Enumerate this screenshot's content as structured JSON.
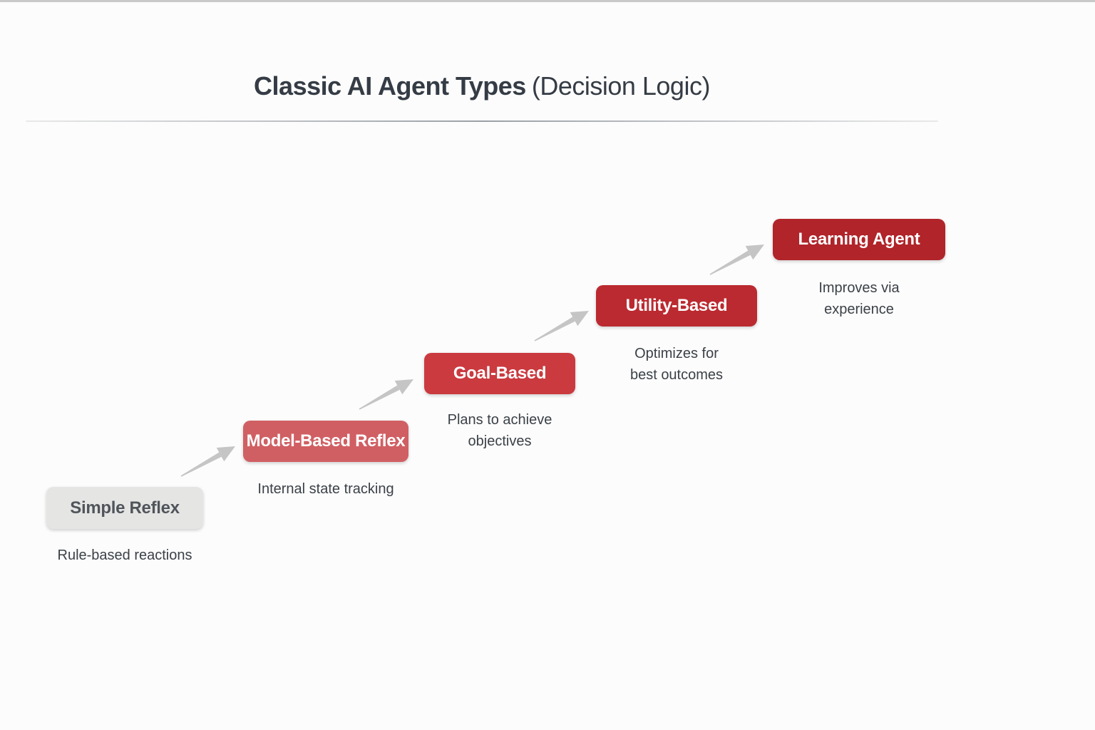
{
  "title": {
    "main": "Classic AI Agent Types",
    "sub": "(Decision Logic)"
  },
  "colors": {
    "background": "#fcfcfc",
    "top_border": "#c9c9c9",
    "title_text": "#353c45",
    "caption_text": "#3b4147",
    "arrow": "#c5c5c5"
  },
  "steps": [
    {
      "label": "Simple Reflex",
      "caption_lines": [
        "Rule-based reactions"
      ],
      "bg": "#e5e5e4",
      "text_color": "#50555b"
    },
    {
      "label": "Model-Based Reflex",
      "caption_lines": [
        "Internal state tracking"
      ],
      "bg": "#d05f63",
      "text_color": "#ffffff"
    },
    {
      "label": "Goal-Based",
      "caption_lines": [
        "Plans to achieve",
        "objectives"
      ],
      "bg": "#ca3a3f",
      "text_color": "#ffffff"
    },
    {
      "label": "Utility-Based",
      "caption_lines": [
        "Optimizes for",
        "best outcomes"
      ],
      "bg": "#bb2a30",
      "text_color": "#ffffff"
    },
    {
      "label": "Learning Agent",
      "caption_lines": [
        "Improves via",
        "experience"
      ],
      "bg": "#b0242a",
      "text_color": "#ffffff"
    }
  ]
}
